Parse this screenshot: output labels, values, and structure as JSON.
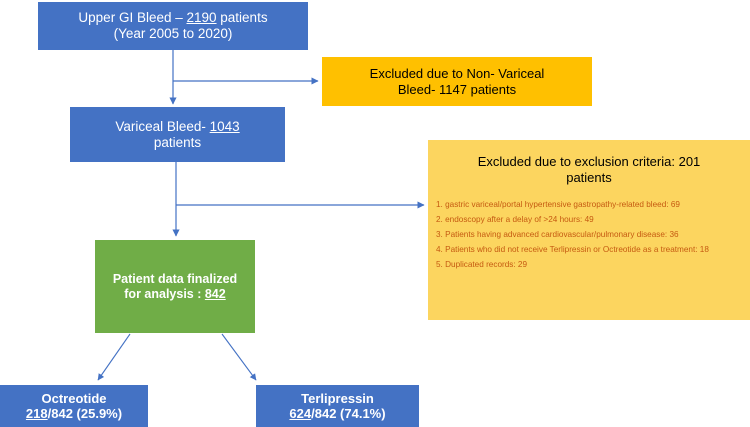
{
  "diagram": {
    "title": "Upper GI bleed patient selection flowchart",
    "colors": {
      "blue": "#4472C4",
      "orange": "#FFC000",
      "amber": "#FCD55F",
      "green": "#70AD47",
      "arrow": "#4472C4",
      "list_text": "#C55A11"
    },
    "nodes": {
      "upper_gi": {
        "line1": "Upper GI Bleed – 2190 patients",
        "line1_pre": "Upper GI Bleed – ",
        "line1_underlined": "2190",
        "line1_post": " patients",
        "line2": "(Year 2005 to 2020)"
      },
      "excluded_nonvariceal": {
        "line1": "Excluded due to Non- Variceal",
        "line2": "Bleed- 1147 patients"
      },
      "variceal": {
        "line1_pre": "Variceal Bleed- ",
        "line1_underlined": "1043",
        "line2": "patients"
      },
      "finalized": {
        "line1": "Patient data finalized",
        "line2_pre": "for analysis : ",
        "line2_underlined": "842"
      },
      "octreotide": {
        "line1": "Octreotide",
        "line2_underlined": "218",
        "line2_post": "/842 (25.9%)"
      },
      "terlipressin": {
        "line1": "Terlipressin",
        "line2_underlined": "624",
        "line2_post": "/842 (74.1%)"
      },
      "exclusion_criteria": {
        "heading_line1": "Excluded due to exclusion criteria: 201",
        "heading_line2": "patients",
        "items": [
          "1. gastric variceal/portal hypertensive gastropathy-related bleed: 69",
          "2. endoscopy after a delay of >24 hours: 49",
          "3. Patients having advanced cardiovascular/pulmonary disease: 36",
          "4. Patients who did not receive Terlipressin or Octreotide as a treatment: 18",
          "5. Duplicated records: 29"
        ]
      }
    }
  }
}
